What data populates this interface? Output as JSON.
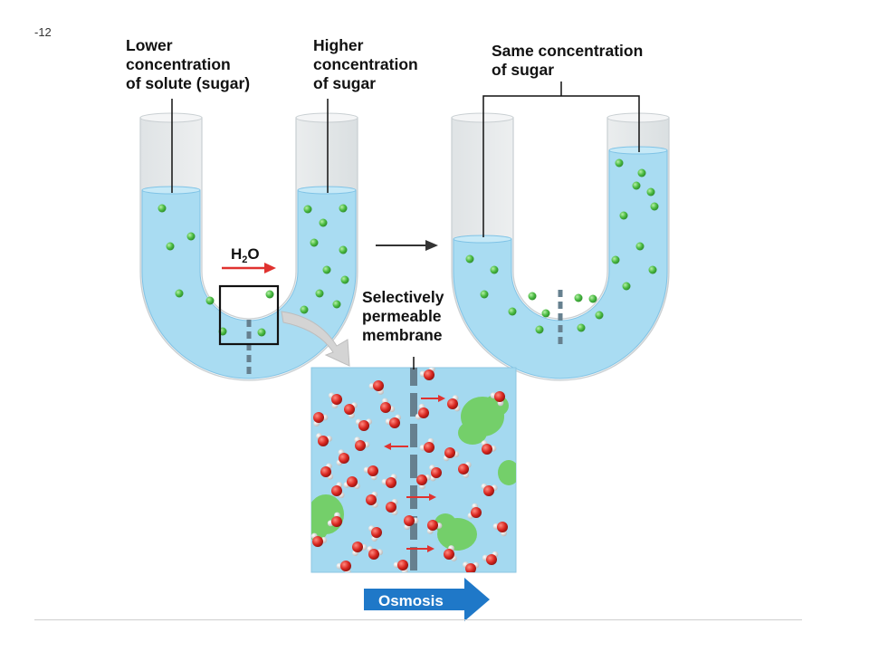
{
  "figure_number": "-12",
  "labels": {
    "lower": [
      "Lower",
      "concentration",
      "of solute (sugar)"
    ],
    "higher": [
      "Higher",
      "concentration",
      "of sugar"
    ],
    "same": [
      "Same concentration",
      "of sugar"
    ],
    "membrane": [
      "Selectively",
      "permeable",
      "membrane"
    ],
    "water": "H",
    "water_sub": "2",
    "water_tail": "O",
    "osmosis": "Osmosis"
  },
  "colors": {
    "liquid": "#a9dcf2",
    "liquid_edge": "#7fc3e6",
    "tube_glass": "#eef0f1",
    "solute": "#3fae3a",
    "arrow_red": "#e0322f",
    "oxygen": "#d8261f",
    "hydrogen": "#f2f2f2",
    "membrane": "#66808f",
    "osmosis_arrow": "#1f78c8"
  }
}
